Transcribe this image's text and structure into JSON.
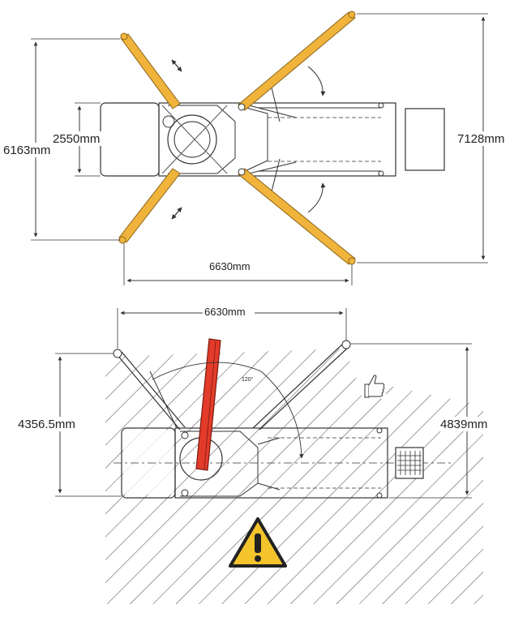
{
  "top_view": {
    "dim_outer_width": "6163mm",
    "dim_body_width": "2550mm",
    "dim_total_width": "7128mm",
    "dim_outrigger_span": "6630mm"
  },
  "bottom_view": {
    "dim_outrigger_span": "6630mm",
    "dim_left_height": "4356.5mm",
    "dim_right_height": "4839mm",
    "angle_label": "120°"
  },
  "colors": {
    "outrigger": "#f0b43c",
    "outrigger_stroke": "#8a6418",
    "boom": "#e23b2a",
    "warning": "#f3c42b",
    "line": "#333333"
  },
  "icons": [
    "thumbs-up-icon",
    "warning-icon",
    "grille-icon"
  ]
}
